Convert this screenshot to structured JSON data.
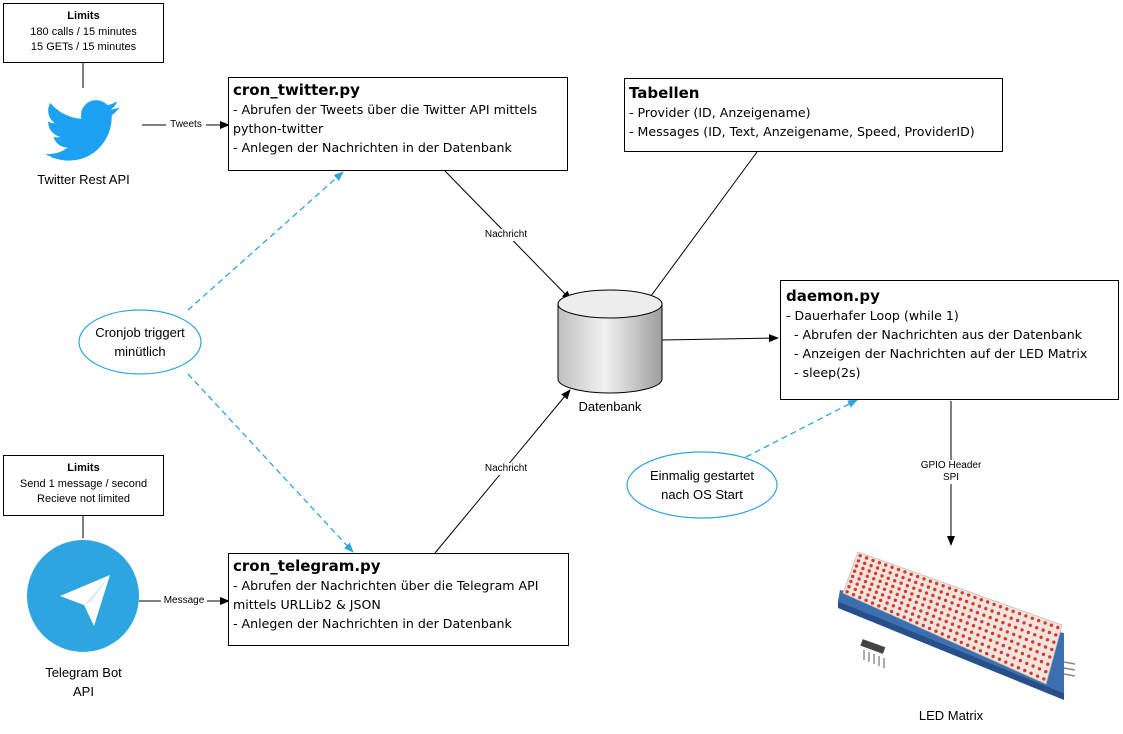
{
  "twitter": {
    "limits_title": "Limits",
    "limits_lines": [
      "180 calls / 15 minutes",
      "15 GETs / 15 minutes"
    ],
    "label": "Twitter Rest API",
    "color": "#1da1f2"
  },
  "telegram": {
    "limits_title": "Limits",
    "limits_lines": [
      "Send 1 message / second",
      "Recieve not limited"
    ],
    "label_lines": [
      "Telegram Bot",
      "API"
    ],
    "color": "#2ca5e0"
  },
  "cron_twitter": {
    "title": "cron_twitter.py",
    "lines": [
      "- Abrufen der Tweets über die Twitter API mittels",
      "python-twitter",
      "- Anlegen der Nachrichten in der Datenbank"
    ]
  },
  "cron_telegram": {
    "title": "cron_telegram.py",
    "lines": [
      "- Abrufen der Nachrichten über die Telegram API",
      "mittels URLLib2 & JSON",
      "- Anlegen der Nachrichten in der Datenbank"
    ]
  },
  "tabellen": {
    "title": "Tabellen",
    "lines": [
      "- Provider (ID, Anzeigename)",
      "- Messages (ID, Text, Anzeigename, Speed, ProviderID)"
    ]
  },
  "daemon": {
    "title": "daemon.py",
    "lines": [
      "- Dauerhafer Loop (while 1)",
      "  - Abrufen der Nachrichten aus der Datenbank",
      "  - Anzeigen der Nachrichten auf der LED Matrix",
      "  - sleep(2s)"
    ]
  },
  "database": {
    "label": "Datenbank"
  },
  "cronjob": {
    "lines": [
      "Cronjob triggert",
      "minütlich"
    ],
    "color": "#2ca5e0"
  },
  "einmalig": {
    "lines": [
      "Einmalig gestartet",
      "nach OS Start"
    ],
    "color": "#2ca5e0"
  },
  "edges": {
    "tweets": "Tweets",
    "message": "Message",
    "nachricht_top": "Nachricht",
    "nachricht_bottom": "Nachricht",
    "gpio_lines": [
      "GPIO Header",
      "SPI"
    ]
  },
  "led": {
    "label": "LED Matrix",
    "board_color": "#3a6fb0",
    "led_color": "#d63a2a"
  }
}
